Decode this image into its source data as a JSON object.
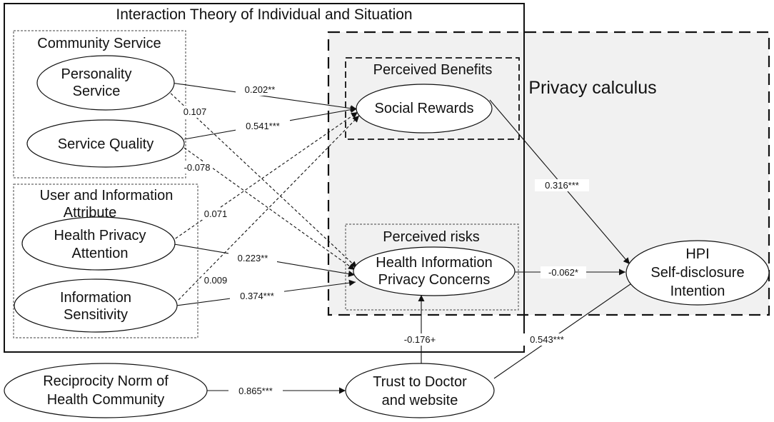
{
  "outer_frame": {
    "title": "Interaction Theory of Individual and Situation"
  },
  "privacy_calculus": {
    "label": "Privacy calculus",
    "fill": "#f1f1f1"
  },
  "groups": {
    "community_service": "Community Service",
    "user_info_1": "User and Information",
    "user_info_2": "Attribute",
    "perceived_benefits": "Perceived  Benefits",
    "perceived_risks": "Perceived  risks"
  },
  "nodes": {
    "personality_service": [
      "Personality",
      "Service"
    ],
    "service_quality": [
      "Service Quality"
    ],
    "health_privacy_attention": [
      "Health Privacy",
      "Attention"
    ],
    "information_sensitivity": [
      "Information",
      "Sensitivity"
    ],
    "social_rewards": [
      "Social Rewards"
    ],
    "hipc": [
      "Health Information",
      "Privacy Concerns"
    ],
    "hpi": [
      "HPI",
      "Self-disclosure",
      "Intention"
    ],
    "reciprocity": [
      "Reciprocity Norm of",
      "Health Community"
    ],
    "trust": [
      "Trust to Doctor",
      "and website"
    ]
  },
  "paths": [
    {
      "from": "Personality Service",
      "to": "Social Rewards",
      "coef": "0.202**",
      "style": "solid"
    },
    {
      "from": "Service Quality",
      "to": "Social Rewards",
      "coef": "0.541***",
      "style": "solid"
    },
    {
      "from": "Personality Service",
      "to": "Health Information Privacy Concerns",
      "coef": "0.107",
      "style": "dashed"
    },
    {
      "from": "Service Quality",
      "to": "Health Information Privacy Concerns",
      "coef": "-0.078",
      "style": "dashed"
    },
    {
      "from": "Health Privacy Attention",
      "to": "Social Rewards",
      "coef": "0.071",
      "style": "dashed"
    },
    {
      "from": "Information Sensitivity",
      "to": "Social Rewards",
      "coef": "0.009",
      "style": "dashed"
    },
    {
      "from": "Health Privacy Attention",
      "to": "Health Information Privacy Concerns",
      "coef": "0.223**",
      "style": "solid"
    },
    {
      "from": "Information Sensitivity",
      "to": "Health Information Privacy Concerns",
      "coef": "0.374***",
      "style": "solid"
    },
    {
      "from": "Social Rewards",
      "to": "HPI Self-disclosure Intention",
      "coef": "0.316***",
      "style": "solid"
    },
    {
      "from": "Health Information Privacy Concerns",
      "to": "HPI Self-disclosure Intention",
      "coef": "-0.062*",
      "style": "solid"
    },
    {
      "from": "Trust to Doctor and website",
      "to": "Health Information Privacy Concerns",
      "coef": "-0.176+",
      "style": "solid"
    },
    {
      "from": "Trust to Doctor and website",
      "to": "HPI Self-disclosure Intention",
      "coef": "0.543***",
      "style": "solid"
    },
    {
      "from": "Reciprocity Norm of Health Community",
      "to": "Trust to Doctor and website",
      "coef": "0.865***",
      "style": "solid"
    }
  ]
}
